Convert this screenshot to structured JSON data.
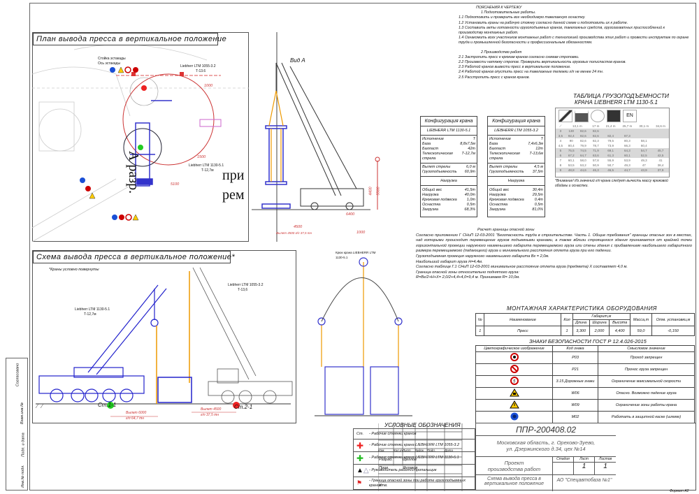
{
  "notes": {
    "heading": "ПОЯСНЕНИЯ К ЧЕРТЕЖУ",
    "section1_title": "1 Подготовительные работы.",
    "section1": [
      "1.1 Подготовить и проверить все необходимую такелажную оснастку.",
      "1.2 Установить краны на рабочую стоянку согласно данной схеме и подготовить их к работе.",
      "1.3 Составить акты готовности грузоподъемных кранов, такелажных средств, грузозахватных приспособлений к производству монтажных работ.",
      "1.4 Ознакомить всех участников монтажных работ с технологией производства этих работ и провести инструктаж по охране труда и промышленной безопасности и профессиональным обязанностям."
    ],
    "section2_title": "2 Производство работ",
    "section2": [
      "2.1 Застропить пресс к крюкам кранов согласно схемам строповки.",
      "2.2 Произвести натяжку стропов. Проверить вертикальность грузовых полиспастов кранов.",
      "2.3 Работой кранов вывести пресс в вертикальное положение.",
      "2.4 Работой кранов опустить пресс на такелажные тележки г/п не менее 24 тн.",
      "2.5 Расстропить пресс с кранов кранов."
    ]
  },
  "plan_view": {
    "title": "План вывода пресса в вертикальное положение",
    "labels": {
      "column": "Стойка эстакады",
      "axis": "Ось эстакады",
      "crane1": "Liebherr LTM 1055-3.2",
      "crane1_t": "T-13.6",
      "crane2": "Liebherr LTM 1130-5.1",
      "crane2_t": "T-12,7м",
      "dim1": "5100",
      "dim2": "1500",
      "dim3": "1000",
      "big1": "А разр.",
      "big2": "при",
      "big3": "рем"
    }
  },
  "view_a": {
    "title": "Вид А",
    "dims": [
      "4500",
      "6400",
      "1000",
      "4400",
      "5500"
    ],
    "note": "Вылет 4500 г/п 37,5 тн"
  },
  "crane_configs": [
    {
      "title": "Конфигурация крана",
      "model": "LIEBHERR LTM 1130-5.1",
      "rows": [
        [
          "Исполнение",
          "T"
        ],
        [
          "База",
          "8,8х7,5м"
        ],
        [
          "Балласт",
          "42т"
        ],
        [
          "Телескопическая стрела",
          "Т-12,7м"
        ]
      ],
      "reach": [
        [
          "Вылет стрелы",
          "6,0 м"
        ],
        [
          "Грузоподъемность",
          "60,9т"
        ]
      ],
      "load_title": "Нагрузка",
      "load": [
        [
          "Общий вес",
          "41,5т"
        ],
        [
          "Нагрузка",
          "40,0т"
        ],
        [
          "Крюковая подвеска",
          "1,0т"
        ],
        [
          "Оснастка",
          "0,5т"
        ],
        [
          "Загрузка",
          "68,3%"
        ]
      ]
    },
    {
      "title": "Конфигурация крана",
      "model": "LIEBHERR LTM 1055-3.2",
      "rows": [
        [
          "Исполнение",
          "T"
        ],
        [
          "База",
          "7,4х6,3м"
        ],
        [
          "Балласт",
          "12т"
        ],
        [
          "Телескопическая стрела",
          "Т-13,6м"
        ]
      ],
      "reach": [
        [
          "Вылет стрелы",
          "4,5 м"
        ],
        [
          "Грузоподъемность",
          "37,5т"
        ]
      ],
      "load_title": "Нагрузка",
      "load": [
        [
          "Общий вес",
          "30,4т"
        ],
        [
          "Нагрузка",
          "29,5т"
        ],
        [
          "Крюковая подвеска",
          "0,4т"
        ],
        [
          "Оснастка",
          "0,5т"
        ],
        [
          "Загрузка",
          "81,0%"
        ]
      ]
    }
  ],
  "load_table": {
    "title": "ТАБЛИЦА ГРУЗОПОДЪЕМНОСТИ",
    "subtitle": "КРАНА LIEBHERR LTM 1130-5.1",
    "lang_button": "EN",
    "columns": [
      "13,1 m",
      "17 m",
      "21,4 m",
      "25,7 m",
      "30,1 m",
      "34,6 m"
    ],
    "rows": [
      [
        "3",
        "130",
        "82,6",
        "82,6",
        "",
        "",
        "",
        ""
      ],
      [
        "3,5",
        "92,4",
        "82,6",
        "82,6",
        "82,4",
        "87,3",
        "",
        ""
      ],
      [
        "4",
        "90",
        "82,6",
        "82,3",
        "79,5",
        "80,3",
        "58,1",
        ""
      ],
      [
        "4,5",
        "80,4",
        "79,9",
        "78,7",
        "73,9",
        "66,3",
        "60,4",
        ""
      ],
      [
        "5",
        "75,5",
        "74,5",
        "71,9",
        "69,1",
        "64,3",
        "54,7",
        "45,7"
      ],
      [
        "6",
        "67,2",
        "64,7",
        "63,6",
        "61,3",
        "60,1",
        "52,5",
        "42,5"
      ],
      [
        "7",
        "60,1",
        "58,0",
        "57,8",
        "55,9",
        "53,9",
        "49,3",
        "41"
      ],
      [
        "8",
        "53,5",
        "53,2",
        "50,9",
        "50,7",
        "49,3",
        "47",
        "38,4"
      ],
      [
        "9",
        "48,8",
        "44,6",
        "46,3",
        "46,5",
        "44,7",
        "43,9",
        "37,9"
      ]
    ],
    "footnote": "*Внимание! Из значений г/п крана следует вычесть массу крюковой обоймы и оснастки."
  },
  "calc": {
    "title": "Расчет границы опасной зоны",
    "paragraphs": [
      "Согласно приложению Г СНиП 12-03-2001 \"Безопасность труда в строительстве. Часть 1. Общие требования\" границы опасных зон в местах, над которыми происходит перемещение грузов подъемными кранами, а также вблизи строящегося здания принимается от крайней точки горизонтальной проекции наружного наименьшего габарита перемещаемого груза или стены здания с прибавлением наибольшего габаритного размера перемещаемого (падающего) груза и минимального расстояния отлета груза при его падении.",
      "Грузоподъемная проекция наружного наименьшего габарита Вг = 2,0м.",
      "Наибольший габарит груза Н=4,4м.",
      "Согласно таблице Г.1 СНиП 12-03-2001 минимальное расстояние отлета груза (предмета) Х составляет 4,0 м.",
      "Граница опасной зоны относительно поднятого груза:",
      "R=Вг/2+Н+Х= 2,0/2+4,4+4,0=9,4 м. Принимаем R= 10,0м."
    ]
  },
  "equipment_table": {
    "title": "МОНТАЖНАЯ ХАРАКТЕРИСТИКА ОБОРУДОВАНИЯ",
    "headers": {
      "num": "№",
      "name": "Наименование",
      "qty": "Кол",
      "dims": "Габарит,м",
      "length": "Длина",
      "width": "Ширина",
      "height": "Высота",
      "mass": "Масса,т",
      "level": "Отм. установки,м"
    },
    "rows": [
      {
        "num": "1",
        "name": "Пресс",
        "qty": "1",
        "length": "3,300",
        "width": "2,000",
        "height": "4,400",
        "mass": "59,0",
        "level": "-0,150"
      }
    ]
  },
  "safety_signs": {
    "title": "ЗНАКИ БЕЗОПАСНОСТИ ГОСТ Р 12.4.026-2015",
    "headers": [
      "Цветографическое изображение",
      "Код знака",
      "Смысловое значение"
    ],
    "rows": [
      {
        "icon": "no-pedestrians-icon",
        "code": "P03",
        "meaning": "Проход запрещен"
      },
      {
        "icon": "no-entry-icon",
        "code": "P21",
        "meaning": "Пронос груза запрещен"
      },
      {
        "icon": "speed-limit-icon",
        "code": "3.15 Дорожные знаки",
        "meaning": "Ограничение максимальной скорости"
      },
      {
        "icon": "falling-load-warning-icon",
        "code": "W06",
        "meaning": "Опасно. Возможно падение груза"
      },
      {
        "icon": "warning-icon",
        "code": "W09",
        "meaning": "Ограничение зоны работы крана"
      },
      {
        "icon": "helmet-mandatory-icon",
        "code": "M02",
        "meaning": "Работать в защитной каске (шлеме)"
      }
    ]
  },
  "scheme_view": {
    "title": "Схема вывода пресса в вертикальное положение*",
    "note": "*Краны условно повернуты",
    "crane_left": "Liebherr LTM 1130-5.1",
    "crane_left_t": "T-12,7м",
    "crane_right": "Liebherr LTM 1055-3.2",
    "crane_right_t": "T-13,6",
    "stand_left": "Ст.1-1",
    "stand_right": "Ст.2-1",
    "reach_left": "Вылет 6000",
    "reach_left_cap": "г/п 64,7 тн",
    "reach_right": "Вылет 4500",
    "reach_right_cap": "г/п 37,5 тн"
  },
  "middle_view": {
    "label": "Крюк крана LIEBHERR LTM 1130-5.1"
  },
  "legend": {
    "title": "УСЛОВНЫЕ ОБОЗНАЧЕНИЯ",
    "items": [
      {
        "symbol": "Ст.",
        "text": "- Рабочие стоянки кранов"
      },
      {
        "text": "- Рабочие стоянки крана LIEBHERR LTM 1055-3.2"
      },
      {
        "text": "- Рабочие стоянки крана LIEBHERR LTM 1130-5.1"
      },
      {
        "text": "- Руководитель работ/стропальщик"
      },
      {
        "text": "- Граница опасной зоны при работе грузоподъемных кранов"
      }
    ]
  },
  "title_block": {
    "doc_code": "ППР-200408.02",
    "address1": "Московская область, г. Орехово-Зуево,",
    "address2": "ул. Дзержинского д.34, цех №14",
    "project": "Проект производства работ",
    "sheet_title": "Схема вывода пресса в вертикальное положение",
    "org": "АО \"Спецавтобаза №1\"",
    "stage_label": "Стадия",
    "sheet_label": "Лист",
    "sheets_label": "Листов",
    "sheet": "1",
    "sheets": "1",
    "cols": [
      "Изм.",
      "Кол.уч.",
      "Лист",
      "№док",
      "Подп.",
      "Дата"
    ],
    "roles": [
      {
        "role": "Разраб.",
        "name": "Щеглов"
      },
      {
        "role": "Пров.",
        "name": "Яхлаков"
      },
      {
        "role": "Утв.",
        "name": ""
      }
    ],
    "format": "Формат А2"
  },
  "binding_strip": [
    "Согласовано",
    "Взам.инв.№",
    "Подп. и дата",
    "Инв.№ подл."
  ]
}
